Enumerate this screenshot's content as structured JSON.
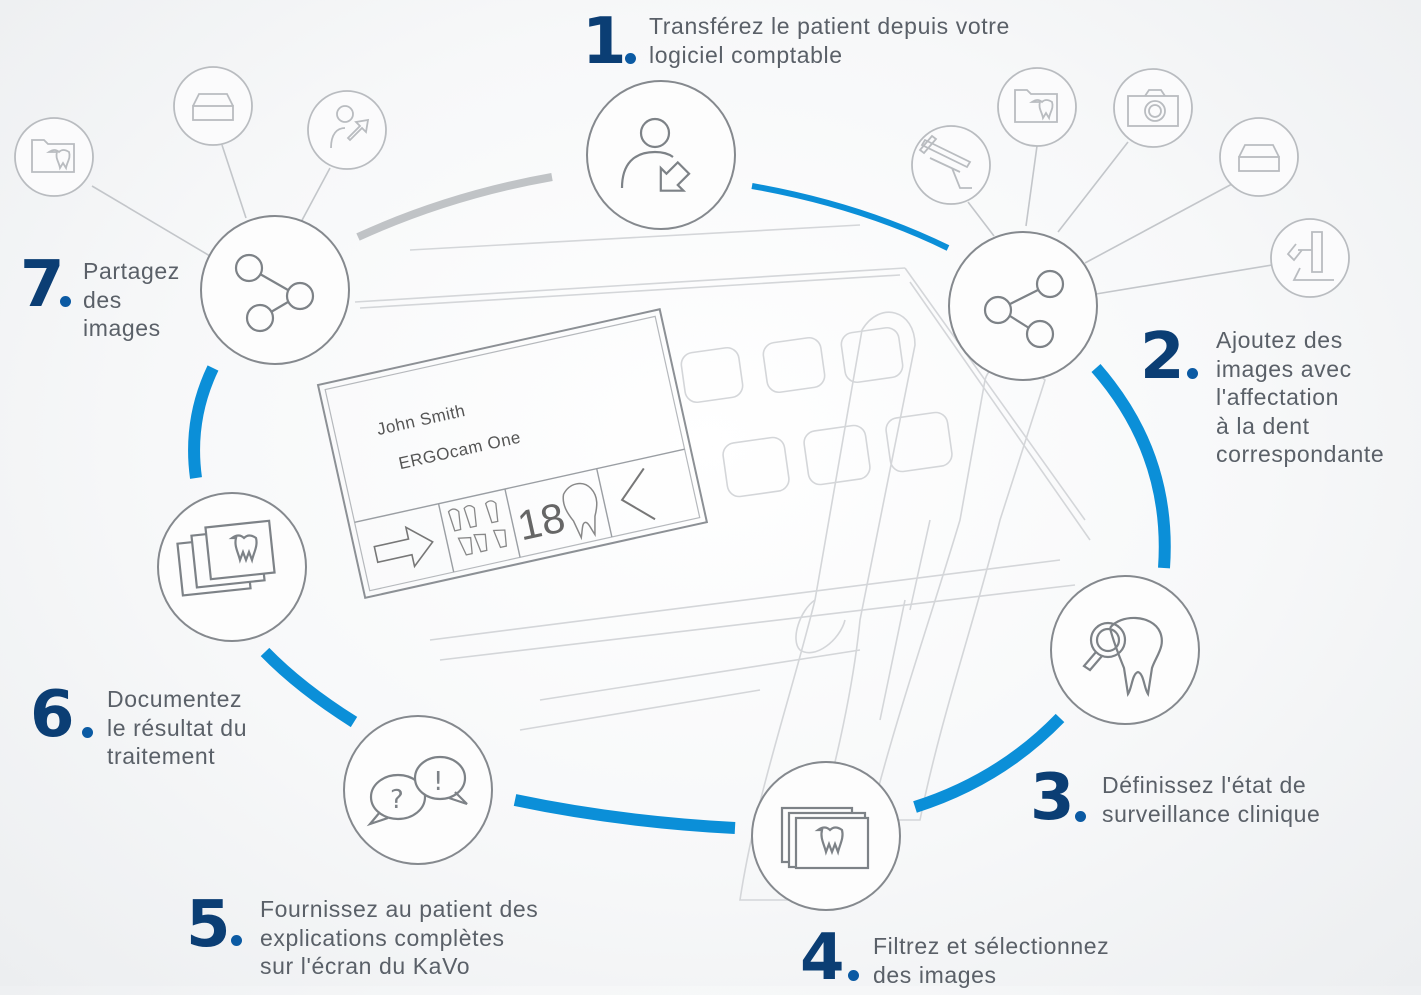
{
  "screen": {
    "patient_name": "John Smith",
    "device_name": "ERGOcam One",
    "tooth_number": "18"
  },
  "steps": [
    {
      "number": "1",
      "text": "Transférez le patient depuis votre\nlogiciel comptable",
      "icon": "patient-transfer-icon"
    },
    {
      "number": "2",
      "text": "Ajoutez des\nimages avec\nl'affectation\nà la dent\ncorrespondante",
      "icon": "share-icon"
    },
    {
      "number": "3",
      "text": "Définissez l'état de\nsurveillance clinique",
      "icon": "tooth-magnifier-icon"
    },
    {
      "number": "4",
      "text": "Filtrez et sélectionnez\ndes images",
      "icon": "image-stack-icon"
    },
    {
      "number": "5",
      "text": "Fournissez au patient des\nexplications complètes\nsur l'écran du KaVo",
      "icon": "speech-bubbles-icon"
    },
    {
      "number": "6",
      "text": "Documentez\nle résultat du\ntraitement",
      "icon": "photo-stack-icon"
    },
    {
      "number": "7",
      "text": "Partagez\ndes\nimages",
      "icon": "share-icon"
    }
  ],
  "satellite_icons": {
    "left": [
      "tooth-folder-icon",
      "box-icon",
      "patient-transfer-icon"
    ],
    "right": [
      "handpiece-icon",
      "tooth-folder-icon",
      "camera-icon",
      "box-icon",
      "xray-unit-icon"
    ]
  },
  "colors": {
    "accent_blue": "#0b8fd8",
    "number_blue": "#0b3e74",
    "line_gray": "#a9adb2",
    "icon_gray": "#7d8287"
  }
}
